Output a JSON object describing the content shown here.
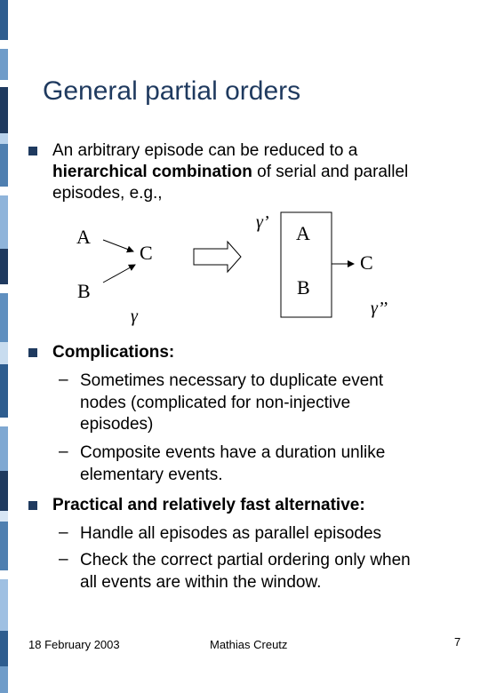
{
  "slide": {
    "title": "General partial orders",
    "bullets": [
      {
        "line1": "An arbitrary episode can be reduced to a",
        "line2_bold": "hierarchical combination",
        "line2_rest": " of serial and parallel",
        "line3": "episodes, e.g.,"
      },
      {
        "heading": "Complications:",
        "subs": [
          [
            "Sometimes necessary to duplicate event",
            "nodes (complicated for non-injective",
            "episodes)"
          ],
          [
            "Composite events have a duration unlike",
            "elementary events."
          ]
        ]
      },
      {
        "heading": "Practical and relatively fast alternative:",
        "subs": [
          [
            "Handle all episodes as parallel episodes"
          ],
          [
            "Check the correct partial ordering only when",
            "all events are within the window."
          ]
        ]
      }
    ],
    "dash_symbol": "–"
  },
  "diagram": {
    "left_nodes": {
      "a": "A",
      "b": "B",
      "c": "C"
    },
    "left_label": "γ",
    "right_nodes": {
      "a": "A",
      "b": "B",
      "c": "C"
    },
    "box_label": "γ’",
    "outer_label": "γ’’"
  },
  "footer": {
    "date": "18 February 2003",
    "author": "Mathias Creutz",
    "page": "7"
  },
  "colors": {
    "title": "#1f3a5f",
    "bullet": "#1f3a5f",
    "stripe": [
      "#4f7fb0",
      "#ffffff",
      "#a9c6e6",
      "#1f3a5f",
      "#d7e5f4"
    ]
  }
}
